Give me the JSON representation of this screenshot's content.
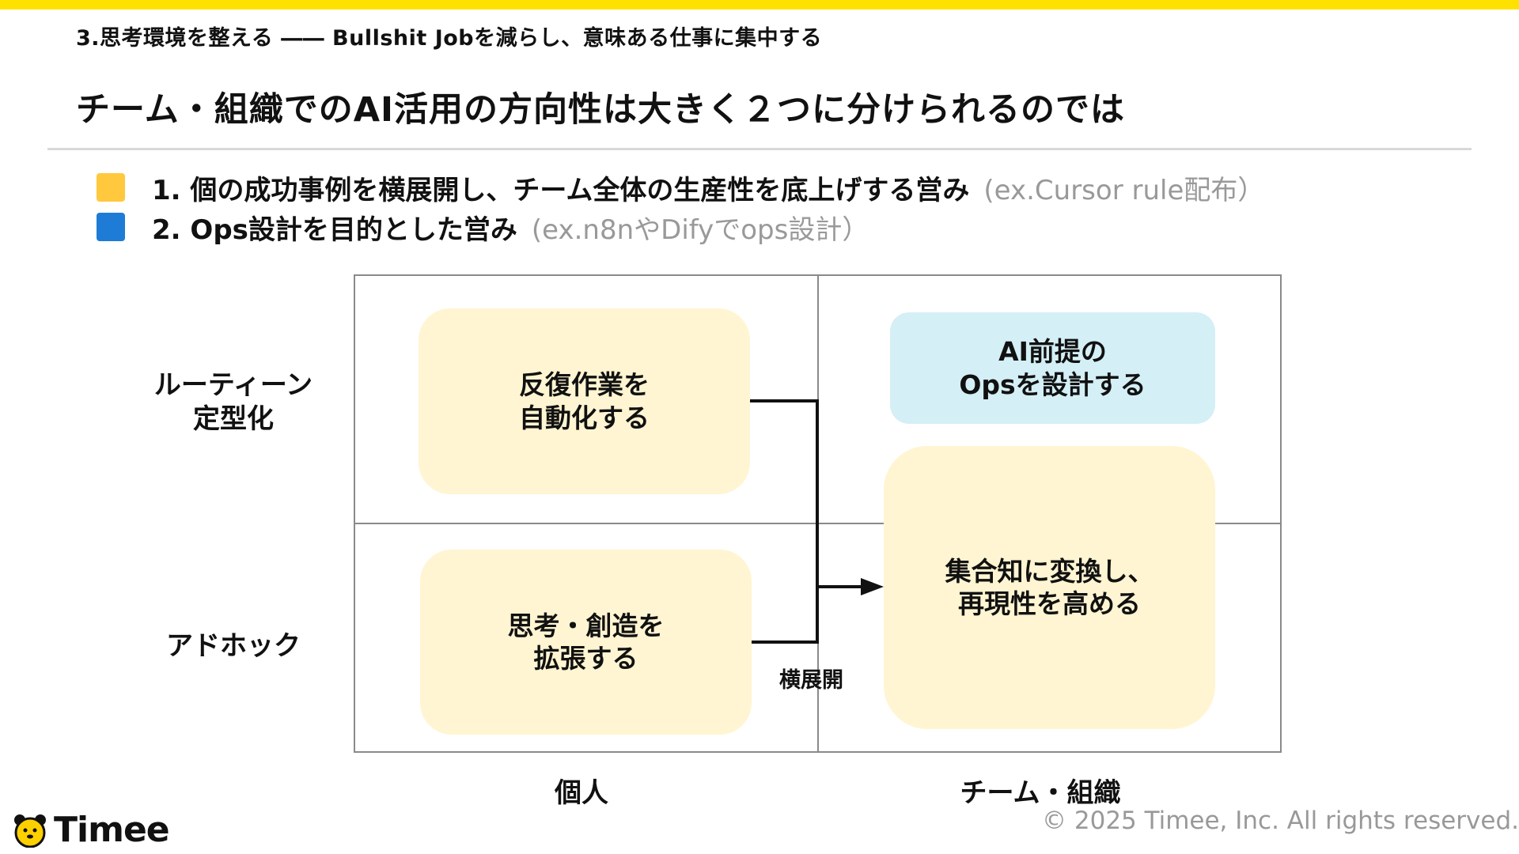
{
  "header": {
    "breadcrumb": "3.思考環境を整える ―― Bullshit Jobを減らし、意味ある仕事に集中する",
    "title": "チーム・組織でのAI活用の方向性は大きく２つに分けられるのでは"
  },
  "bullets": [
    {
      "color": "#FFC83D",
      "text": "1. 個の成功事例を横展開し、チーム全体の生産性を底上げする営み",
      "example": "(ex.Cursor rule配布）"
    },
    {
      "color": "#1E7BD6",
      "text": "2. Ops設計を目的とした営み",
      "example": "(ex.n8nやDifyでops設計）"
    }
  ],
  "matrix": {
    "rows": [
      "ルーティーン\n定型化",
      "アドホック"
    ],
    "columns": [
      "個人",
      "チーム・組織"
    ],
    "boxes": {
      "individual_routine": "反復作業を\n自動化する",
      "individual_adhoc": "思考・創造を\n拡張する",
      "team_routine": "AI前提の\nOpsを設計する",
      "team_collective": "集合知に変換し、\n再現性を高める"
    },
    "arrow_label": "横展開"
  },
  "colors": {
    "accent_bar": "#FFE100",
    "box_yellow": "#FFF5D2",
    "box_blue": "#D4EFF6"
  },
  "footer": {
    "logo": "Timee",
    "copyright": "© 2025 Timee, Inc. All rights reserved."
  }
}
